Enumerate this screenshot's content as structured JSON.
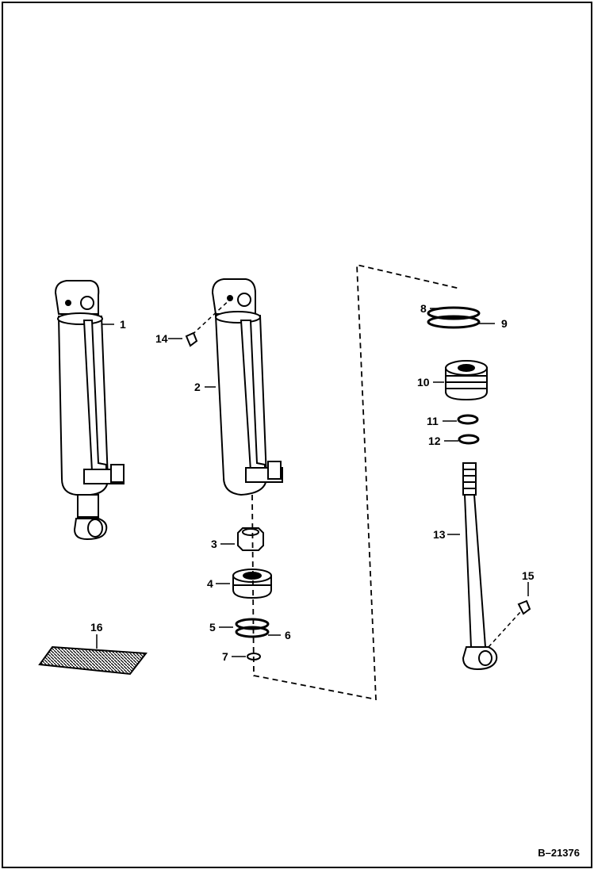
{
  "diagram": {
    "figure_reference": "B–21376",
    "callouts": {
      "c1": "1",
      "c2": "2",
      "c3": "3",
      "c4": "4",
      "c5": "5",
      "c6": "6",
      "c7": "7",
      "c8": "8",
      "c9": "9",
      "c10": "10",
      "c11": "11",
      "c12": "12",
      "c13": "13",
      "c14": "14",
      "c15": "15",
      "c16": "16"
    },
    "colors": {
      "line": "#000000",
      "background": "#ffffff"
    }
  }
}
